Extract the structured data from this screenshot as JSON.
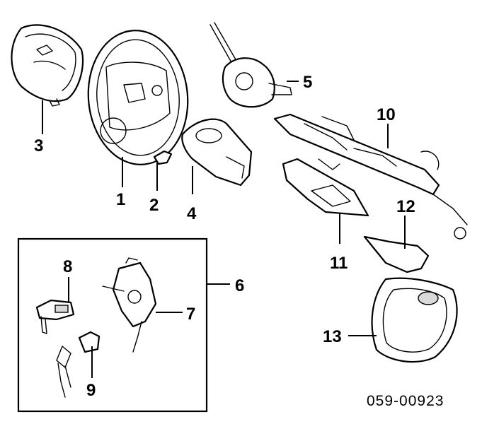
{
  "diagram": {
    "callouts": {
      "c1": "1",
      "c2": "2",
      "c3": "3",
      "c4": "4",
      "c5": "5",
      "c6": "6",
      "c7": "7",
      "c8": "8",
      "c9": "9",
      "c10": "10",
      "c11": "11",
      "c12": "12",
      "c13": "13"
    },
    "diagram_code": "059-00923"
  }
}
